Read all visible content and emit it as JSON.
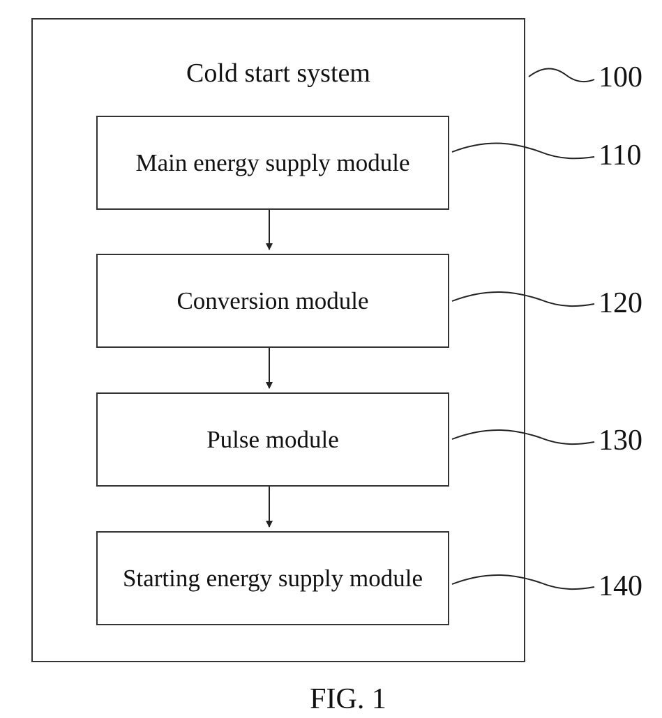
{
  "title": "Cold start system",
  "modules": [
    {
      "label": "Main energy supply module",
      "ref": "110"
    },
    {
      "label": "Conversion module",
      "ref": "120"
    },
    {
      "label": "Pulse module",
      "ref": "130"
    },
    {
      "label": "Starting energy supply module",
      "ref": "140"
    }
  ],
  "system_ref": "100",
  "figure_caption": "FIG. 1"
}
